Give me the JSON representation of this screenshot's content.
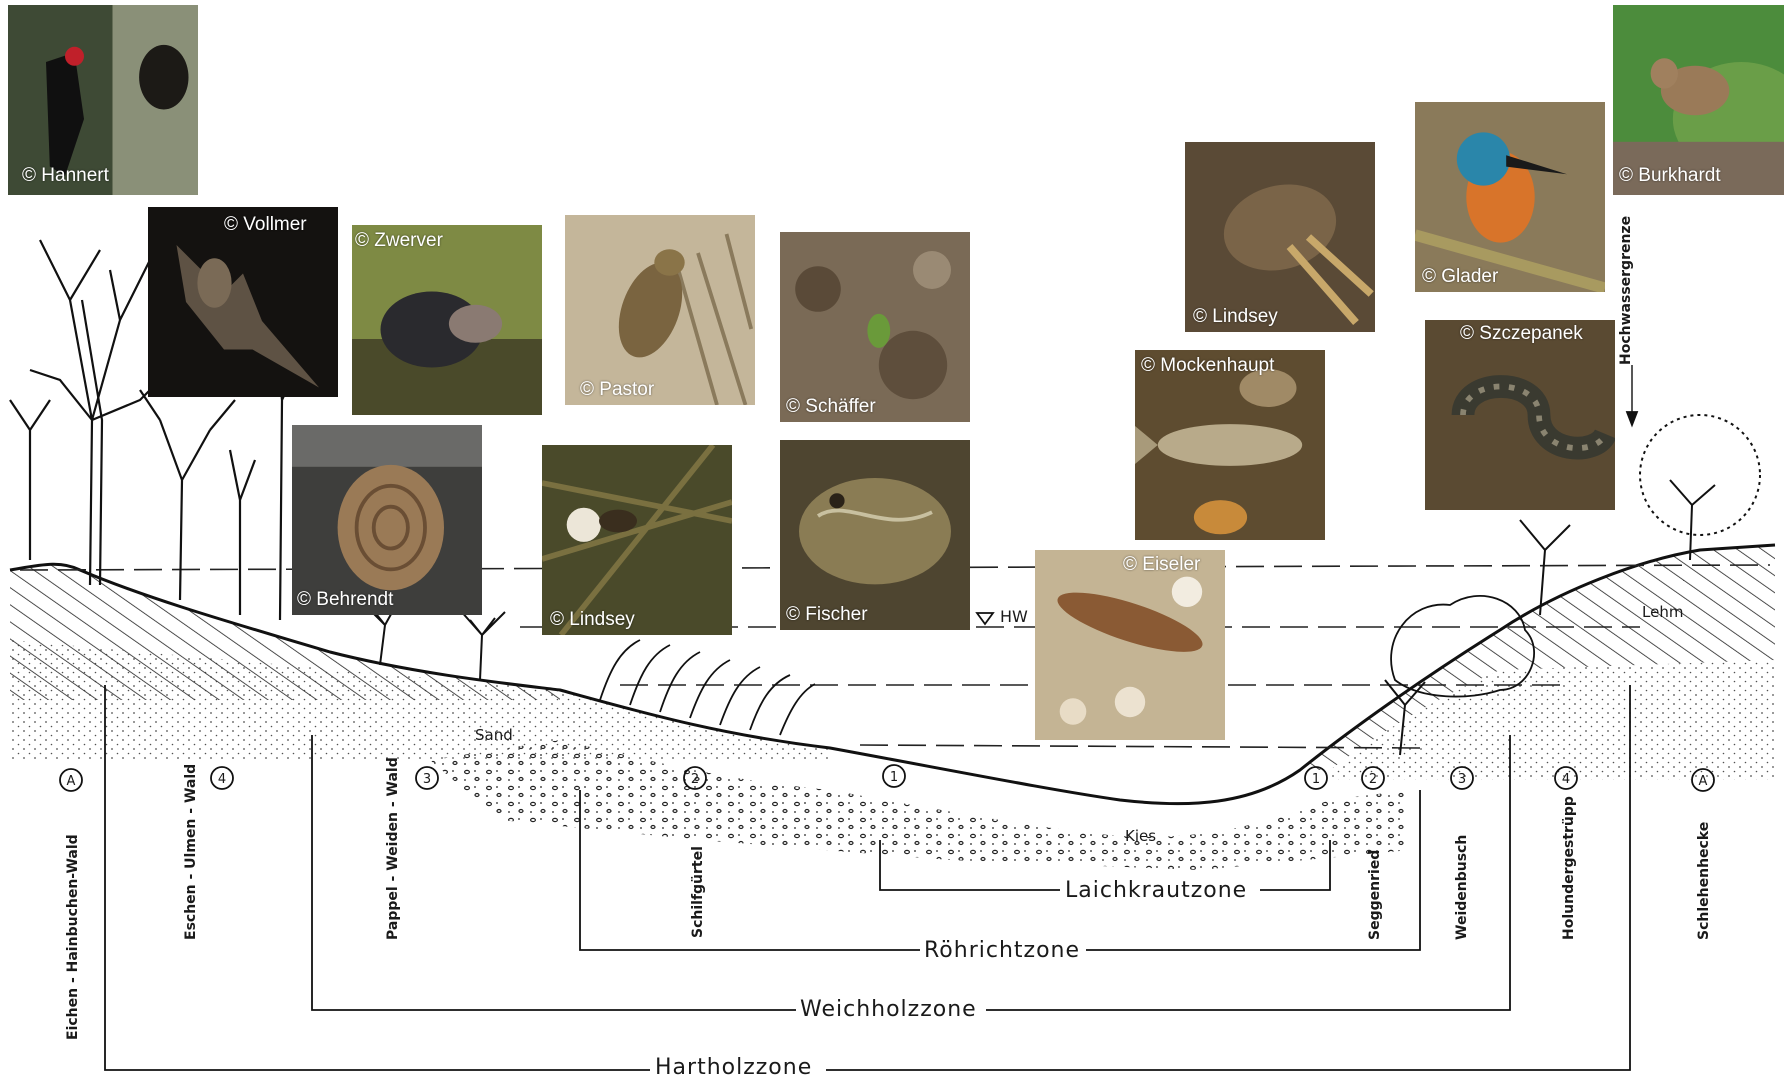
{
  "photos": [
    {
      "id": "black-woodpecker",
      "credit": "© Hannert",
      "colors": [
        "#3e4a35",
        "#7d8a6c",
        "#2a2a22"
      ]
    },
    {
      "id": "bat",
      "credit": "©  Vollmer",
      "colors": [
        "#1b1713",
        "#4a3f33",
        "#0e0c0a"
      ]
    },
    {
      "id": "shrew",
      "credit": "©  Zwerver",
      "colors": [
        "#6d7a3c",
        "#3d3a2e",
        "#9aa35a"
      ]
    },
    {
      "id": "reed-warbler",
      "credit": "© Pastor",
      "colors": [
        "#b9aa8c",
        "#8a7a5c",
        "#d4c8ae"
      ]
    },
    {
      "id": "tiny-frog",
      "credit": "© Schäffer",
      "colors": [
        "#6a5a48",
        "#8c7a64",
        "#4a3e30"
      ]
    },
    {
      "id": "snail",
      "credit": "© Behrendt",
      "colors": [
        "#3a3a38",
        "#9a7a5a",
        "#5a4a3c"
      ]
    },
    {
      "id": "spider",
      "credit": "©  Lindsey",
      "colors": [
        "#4d4a2c",
        "#7a6a3c",
        "#2e2c1c"
      ]
    },
    {
      "id": "toad",
      "credit": "©  Fischer",
      "colors": [
        "#5e5238",
        "#8a7a52",
        "#3c3424"
      ]
    },
    {
      "id": "dragonfly-larva-top",
      "credit": "©  Lindsey",
      "colors": [
        "#4a3a2a",
        "#8a6a4a",
        "#2a221a"
      ]
    },
    {
      "id": "gudgeon",
      "credit": "©  Mockenhaupt",
      "colors": [
        "#5a4a2e",
        "#b49a72",
        "#3a2e1c"
      ]
    },
    {
      "id": "mayfly-larva",
      "credit": "©  Eiseler",
      "colors": [
        "#b8a88c",
        "#8a6a48",
        "#d8ccb4"
      ]
    },
    {
      "id": "kingfisher",
      "credit": "© Glader",
      "colors": [
        "#8a7a5c",
        "#2a7aa0",
        "#d8742a"
      ]
    },
    {
      "id": "grass-snake",
      "credit": "©  Szczepanek",
      "colors": [
        "#5a4a32",
        "#7a6a4a",
        "#2e2a22"
      ]
    },
    {
      "id": "nightingale",
      "credit": "© Burkhardt",
      "colors": [
        "#4a8a3a",
        "#8ab05a",
        "#8a6a4a"
      ]
    }
  ],
  "diagram": {
    "hw_marker": "HW",
    "soil_labels": {
      "sand": "Sand",
      "kies": "Kies",
      "lehm": "Lehm"
    },
    "hochwassergrenze": "Hochwassergrenze",
    "circle_markers": {
      "a_left": "A",
      "four_left": "4",
      "three_left": "3",
      "two_left": "2",
      "one_left": "1",
      "one_right": "1",
      "two_right": "2",
      "three_right": "3",
      "four_right": "4",
      "a_right": "A"
    },
    "vertical_labels": {
      "eichen": "Eichen - Hainbuchen-Wald",
      "eschen": "Eschen - Ulmen - Wald",
      "pappel": "Pappel - Weiden - Wald",
      "schilf": "Schilfgürtel",
      "seggen": "Seggenried",
      "weiden": "Weidenbusch",
      "holunder": "Holundergestrüpp",
      "schlehen": "Schlehenhecke"
    },
    "zones": {
      "laichkraut": "Laichkrautzone",
      "roehricht": "Röhrichtzone",
      "weichholz": "Weichholzzone",
      "hartholz": "Hartholzzone"
    }
  }
}
